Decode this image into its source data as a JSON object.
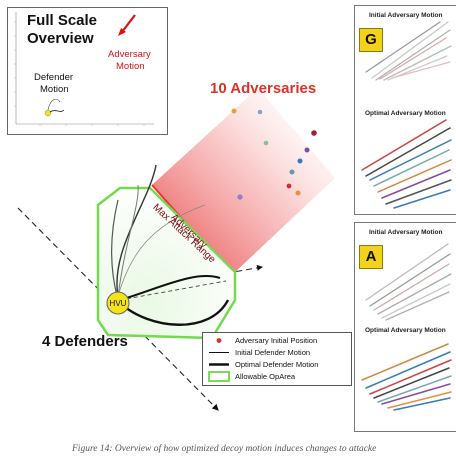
{
  "overview": {
    "title_line1": "Full Scale",
    "title_line2": "Overview",
    "adversary_label_line1": "Adversary",
    "adversary_label_line2": "Motion",
    "defender_label_line1": "Defender",
    "defender_label_line2": "Motion"
  },
  "main": {
    "adversaries_label": "10 Adversaries",
    "defenders_label": "4 Defenders",
    "attack_range_line1": "Adversary",
    "attack_range_line2": "Max Attack Range",
    "hvu_label": "HVU"
  },
  "legend": {
    "items": [
      {
        "label": "Adversary Initial Position",
        "symbol": "marker-dot"
      },
      {
        "label": "Initial Defender Motion",
        "symbol": "thin-line"
      },
      {
        "label": "Optimal Defender Motion",
        "symbol": "thick-line"
      },
      {
        "label": "Allowable OpArea",
        "symbol": "green-box"
      }
    ]
  },
  "panels": [
    {
      "badge": "G",
      "top_title": "Initial Adversary Motion",
      "bottom_title": "Optimal Adversary Motion"
    },
    {
      "badge": "A",
      "top_title": "Initial Adversary Motion",
      "bottom_title": "Optimal Adversary Motion"
    }
  ],
  "caption": "Figure 14: Overview of how optimized decoy motion induces changes to attacke",
  "colors": {
    "adversary_red": "#e0302a",
    "oparea_green": "#7ed957",
    "hvu_yellow": "#f4e21a",
    "badge_yellow": "#f2d21a"
  }
}
